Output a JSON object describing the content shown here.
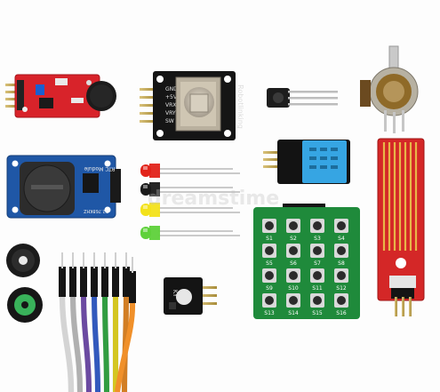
{
  "image": {
    "background": "#fdfdfd",
    "watermark": "dreamstime"
  },
  "joystick": {
    "pins": [
      "GND",
      "+5V",
      "VRX",
      "VRY",
      "SW"
    ],
    "label": "Robotlinking"
  },
  "rtc": {
    "label": "RTC Module",
    "crystal": "32.768KHZ"
  },
  "keypad": {
    "colors": {
      "pcb": "#1f8a3b",
      "button": "#2b2b2b"
    },
    "keys": [
      "S1",
      "S2",
      "S3",
      "S4",
      "S5",
      "S6",
      "S7",
      "S8",
      "S9",
      "S10",
      "S11",
      "S12",
      "S13",
      "S14",
      "S15",
      "S16"
    ]
  },
  "small_board": {
    "label": "KY"
  },
  "leds": [
    {
      "color": "#e2231a"
    },
    {
      "color": "#1a1a1a"
    },
    {
      "color": "#f3e21a"
    },
    {
      "color": "#5ed13a"
    }
  ],
  "wires": [
    {
      "color": "#f2f2f2"
    },
    {
      "color": "#c9c9c9"
    },
    {
      "color": "#7a55b8"
    },
    {
      "color": "#3a66d8"
    },
    {
      "color": "#38b34a"
    },
    {
      "color": "#f2e227"
    },
    {
      "color": "#f0902a"
    }
  ]
}
